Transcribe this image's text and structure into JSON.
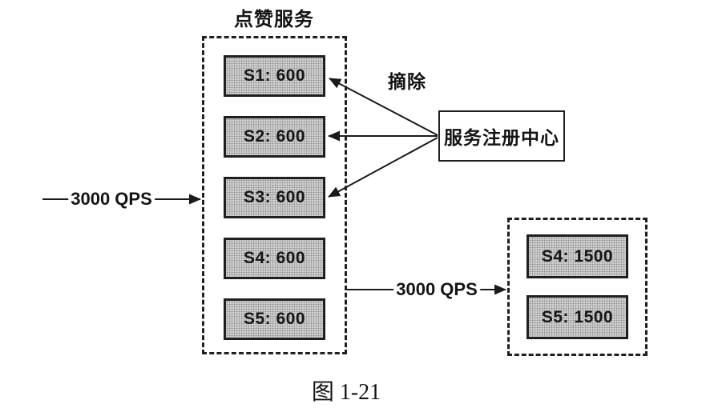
{
  "figure": {
    "caption": "图 1-21"
  },
  "like_service": {
    "title": "点赞服务",
    "servers": [
      {
        "label": "S1: 600"
      },
      {
        "label": "S2: 600"
      },
      {
        "label": "S3: 600"
      },
      {
        "label": "S4: 600"
      },
      {
        "label": "S5: 600"
      }
    ]
  },
  "registry": {
    "label": "服务注册中心",
    "action_label": "摘除"
  },
  "scaled_service": {
    "servers": [
      {
        "label": "S4: 1500"
      },
      {
        "label": "S5: 1500"
      }
    ]
  },
  "flows": {
    "left_qps": "3000 QPS",
    "right_qps": "3000 QPS"
  },
  "colors": {
    "background": "#ffffff",
    "server_box_fill": "#d2d2d2",
    "line": "#1a1a1a"
  }
}
